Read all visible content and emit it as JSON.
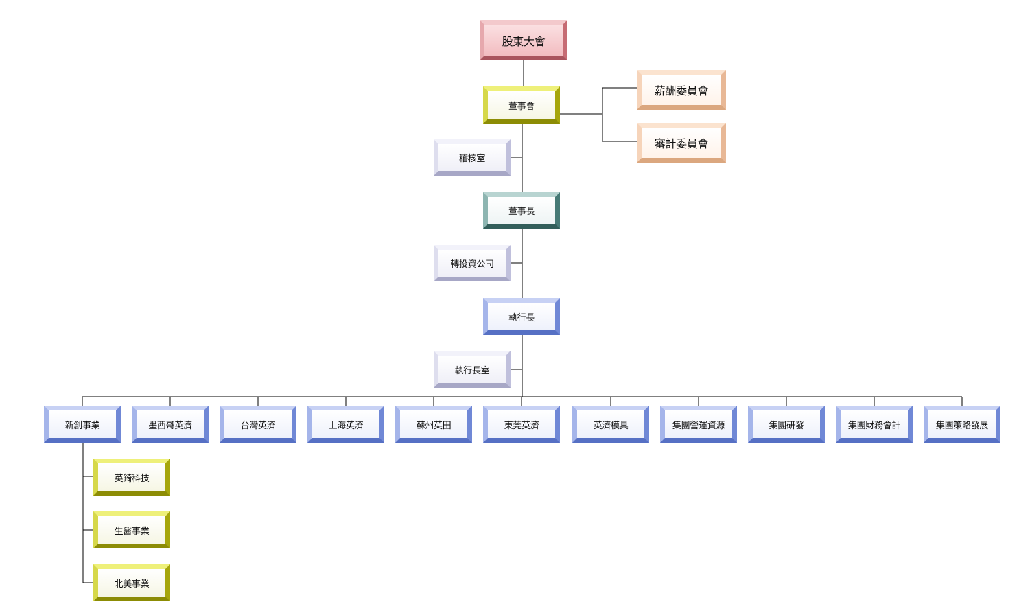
{
  "nodes": {
    "shareholders": "股東大會",
    "board": "董事會",
    "compensation_committee": "薪酬委員會",
    "audit_committee": "審計委員會",
    "audit_office": "稽核室",
    "chairman": "董事長",
    "investment_company": "轉投資公司",
    "ceo": "執行長",
    "ceo_office": "執行長室",
    "divisions": [
      "新創事業",
      "墨西哥英濟",
      "台灣英濟",
      "上海英濟",
      "蘇州英田",
      "東莞英濟",
      "英濟模具",
      "集團營運資源",
      "集團研發",
      "集團財務會計",
      "集團策略發展"
    ],
    "ventures": [
      "英錡科技",
      "生醫事業",
      "北美事業"
    ]
  },
  "colors": {
    "shareholders": "#f2bcc0",
    "board_and_ventures": "#c8c818",
    "committees": "#f6d4ba",
    "staff_offices": "#c0c0dc",
    "chairman": "#477a76",
    "ceo_and_divisions": "#7088d6"
  }
}
